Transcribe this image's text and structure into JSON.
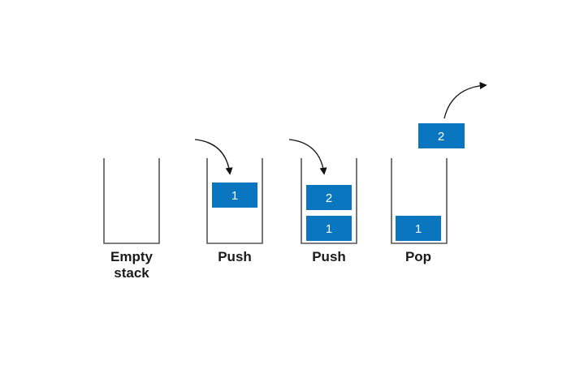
{
  "colors": {
    "box_fill": "#0a76bf",
    "box_text": "#ffffff",
    "container_stroke": "#555555",
    "arrow_stroke": "#111111",
    "caption_text": "#1a1a1a"
  },
  "stages": [
    {
      "caption_lines": [
        "Empty",
        "stack"
      ],
      "items": [],
      "arrow": "none"
    },
    {
      "caption_lines": [
        "Push"
      ],
      "items": [
        "1"
      ],
      "arrow": "push"
    },
    {
      "caption_lines": [
        "Push"
      ],
      "items": [
        "2",
        "1"
      ],
      "arrow": "push"
    },
    {
      "caption_lines": [
        "Pop"
      ],
      "items": [
        "1"
      ],
      "popped_item": "2",
      "arrow": "pop"
    }
  ]
}
